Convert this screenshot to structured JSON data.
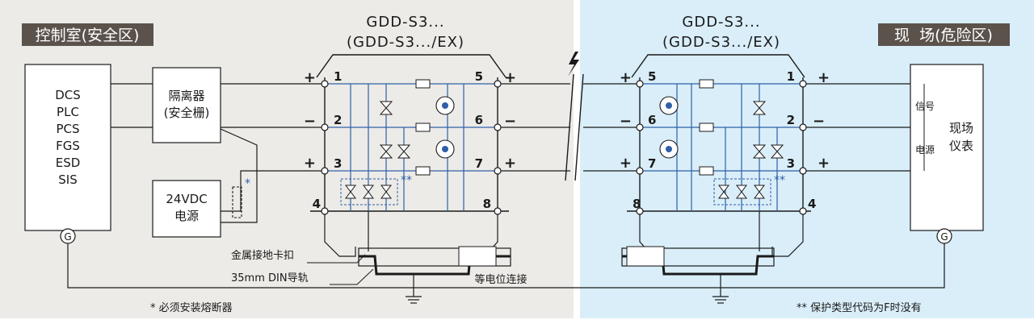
{
  "zones": {
    "safe_tag": "控制室(安全区)",
    "hazard_tag": "现  场(危险区)"
  },
  "device_left": {
    "model": "GDD-S3...",
    "model_ex": "(GDD-S3.../EX)"
  },
  "device_right": {
    "model": "GDD-S3...",
    "model_ex": "(GDD-S3.../EX)"
  },
  "dcs_box": {
    "lines": [
      "DCS",
      "PLC",
      "PCS",
      "FGS",
      "ESD",
      "SIS"
    ]
  },
  "isolator_box": {
    "line1": "隔离器",
    "line2": "(安全栅)"
  },
  "power_box": {
    "line1": "24VDC",
    "line2": "电源"
  },
  "field_box": {
    "line1": "现场",
    "line2": "仪表",
    "signal": "信号",
    "power": "电源"
  },
  "ground_symbol": "G",
  "terminals_left": [
    {
      "num": "1",
      "pol": "+"
    },
    {
      "num": "2",
      "pol": "−"
    },
    {
      "num": "3",
      "pol": "+"
    },
    {
      "num": "4",
      "pol": ""
    },
    {
      "num": "5",
      "pol": "+"
    },
    {
      "num": "6",
      "pol": "−"
    },
    {
      "num": "7",
      "pol": "+"
    },
    {
      "num": "8",
      "pol": ""
    }
  ],
  "terminals_right": [
    {
      "num": "5",
      "pol": "+"
    },
    {
      "num": "6",
      "pol": "−"
    },
    {
      "num": "7",
      "pol": "+"
    },
    {
      "num": "8",
      "pol": ""
    },
    {
      "num": "1",
      "pol": "+"
    },
    {
      "num": "2",
      "pol": "−"
    },
    {
      "num": "3",
      "pol": "+"
    },
    {
      "num": "4",
      "pol": ""
    }
  ],
  "labels": {
    "clip": "金属接地卡扣",
    "rail": "35mm DIN导轨",
    "equipotential": "等电位连接",
    "star": "*",
    "double_star": "**"
  },
  "notes": {
    "fuse": "* 必须安装熔断器",
    "code": "** 保护类型代码为F时没有"
  },
  "colors": {
    "safe_bg": "#ecebe7",
    "hazard_bg": "#d9eef9",
    "tag_bg": "#5b524b",
    "line": "#1a1a1a",
    "circuit": "#2f5fa8"
  }
}
